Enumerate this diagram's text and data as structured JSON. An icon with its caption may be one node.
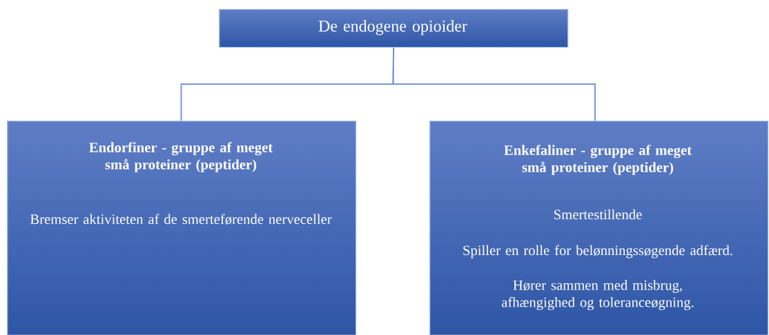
{
  "diagram": {
    "nodes": [
      {
        "text": [
          "De endogene opioider"
        ]
      },
      {
        "text": [
          "Endorfiner - gruppe af meget små proteiner (peptider)",
          "Bremser aktiviteten af de smerteførende nerveceller"
        ]
      },
      {
        "text": [
          "Enkefaliner - gruppe af meget små proteiner  (peptider)",
          "Smertestillende",
          "Spiller en rolle for belønningssøgende adfærd.",
          "Hører sammen med misbrug, afhængighed og toleranceøgning."
        ]
      }
    ],
    "edges": [
      {
        "from": 0,
        "to": 1,
        "arrow": "none"
      },
      {
        "from": 0,
        "to": 2,
        "arrow": "none"
      }
    ]
  }
}
